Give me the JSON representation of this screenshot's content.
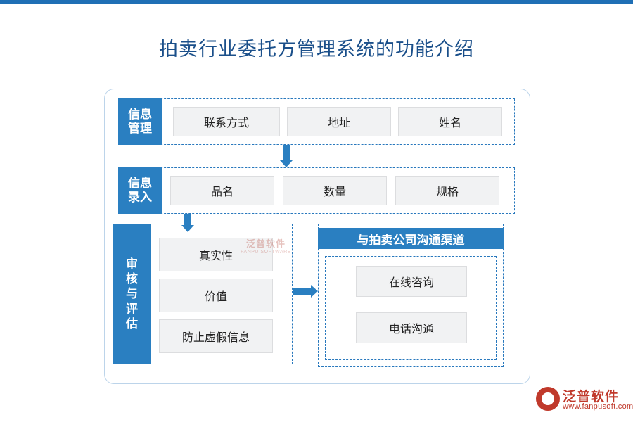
{
  "page": {
    "title": "拍卖行业委托方管理系统的功能介绍",
    "accent_color": "#2a7fc1",
    "title_color": "#1a4f8a"
  },
  "diagram": {
    "groups": [
      {
        "label": "信息\n管理",
        "label_line1": "信息",
        "label_line2": "管理",
        "items": [
          "联系方式",
          "地址",
          "姓名"
        ]
      },
      {
        "label_line1": "信息",
        "label_line2": "录入",
        "items": [
          "品名",
          "数量",
          "规格"
        ]
      },
      {
        "label_chars": [
          "审",
          "核",
          "与",
          "评",
          "估"
        ],
        "items": [
          "真实性",
          "价值",
          "防止虚假信息"
        ]
      },
      {
        "header": "与拍卖公司沟通渠道",
        "items": [
          "在线咨询",
          "电话沟通"
        ]
      }
    ]
  },
  "watermark": {
    "main": "泛普软件",
    "sub": "FANPU SOFTWARE"
  },
  "logo": {
    "name": "泛普软件",
    "url": "www.fanpusoft.com"
  }
}
